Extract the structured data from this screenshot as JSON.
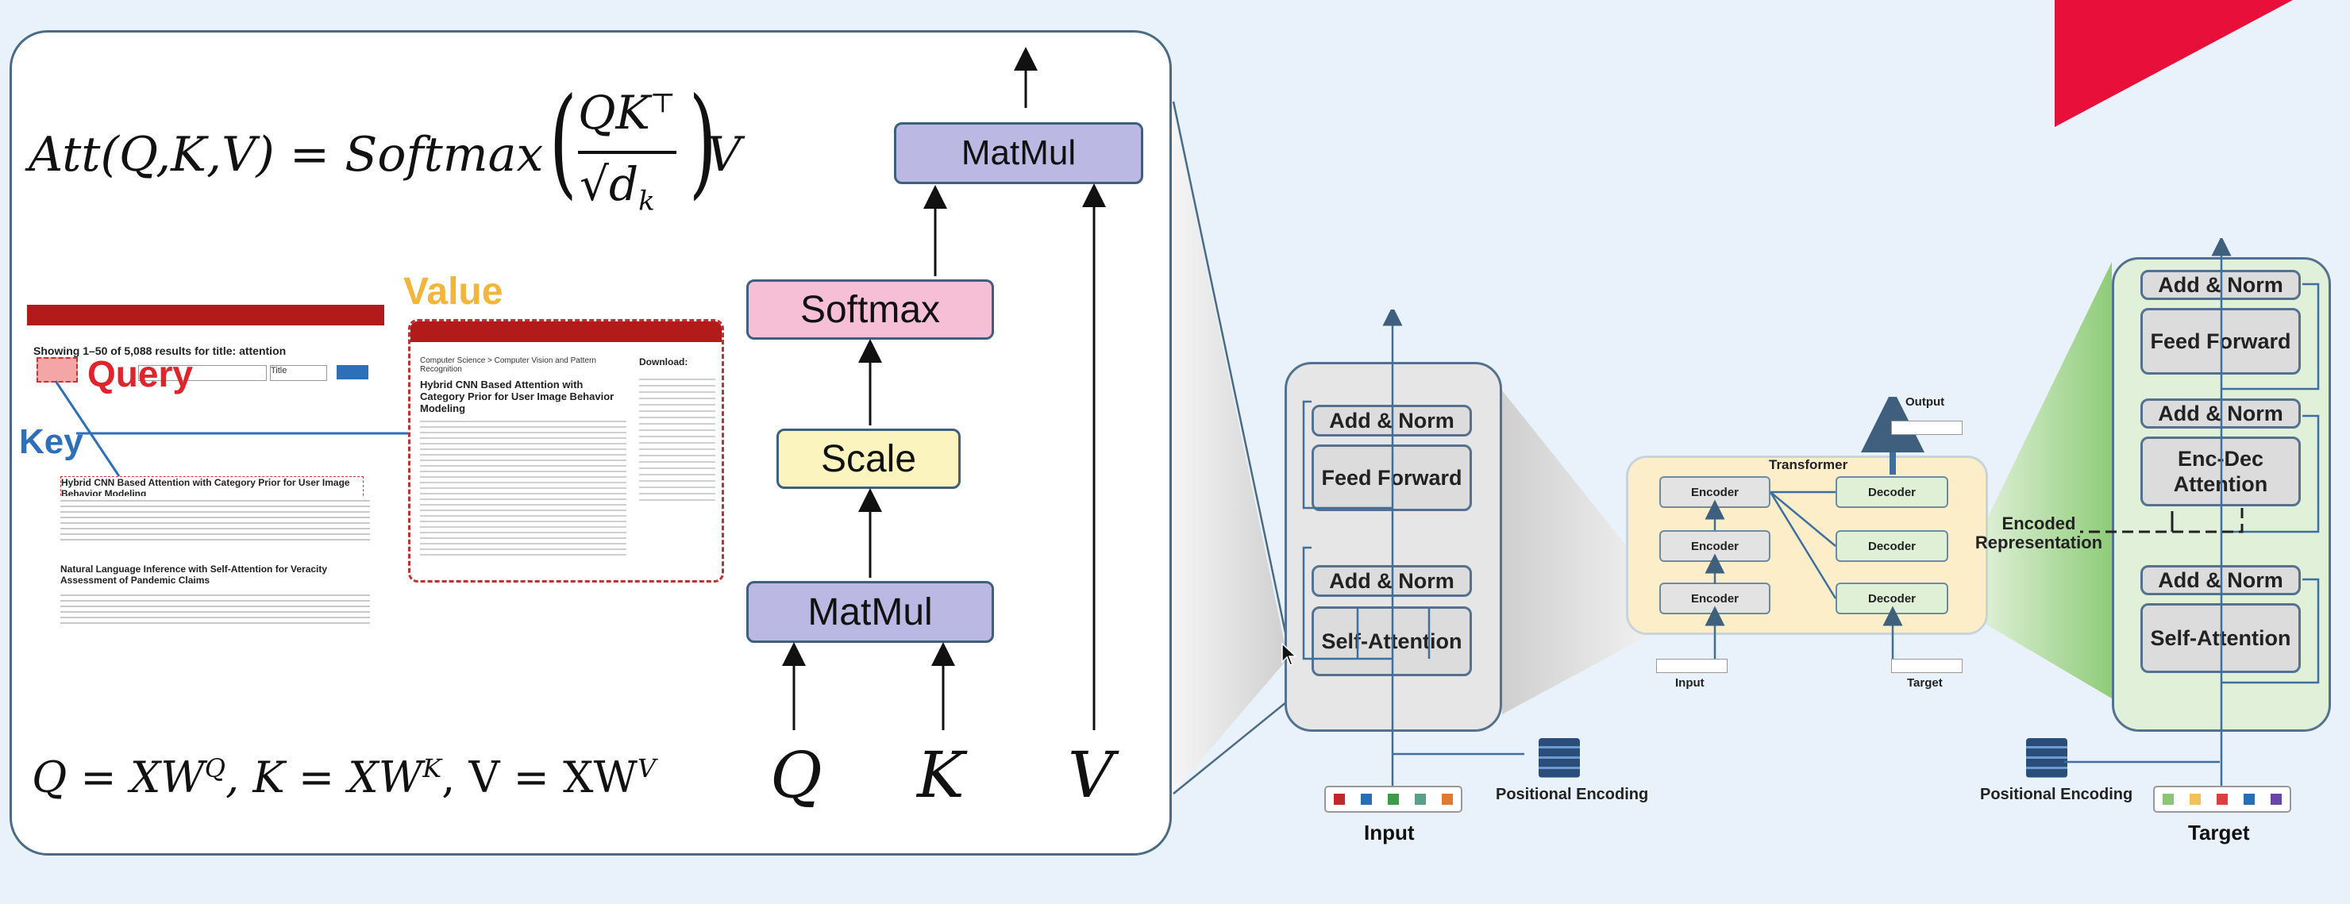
{
  "attention": {
    "formula": "Att(Q,K,V) = Softmax",
    "frac_num": "QK",
    "frac_sup": "⊤",
    "frac_den": "√d",
    "frac_den_sub": "k",
    "trail": "V",
    "proj": "Q = XW",
    "proj_q_sup": "Q",
    "proj_k": ",  K = XW",
    "proj_k_sup": "K",
    "proj_v": ", V = XW",
    "proj_v_sup": "V",
    "q": "Q",
    "k": "K",
    "v": "V"
  },
  "blocks": {
    "matmul_top": "MatMul",
    "softmax": "Softmax",
    "scale": "Scale",
    "matmul_bottom": "MatMul"
  },
  "search_example": {
    "value_label": "Value",
    "query_label": "Query",
    "key_label": "Key",
    "header": "Showing 1–50 of 5,088 results for title: attention",
    "title_option": "Title",
    "result_1": "Hybrid CNN Based Attention with Category Prior for User Image Behavior Modeling",
    "result_2": "Natural Language Inference with Self-Attention for Veracity Assessment of Pandemic Claims",
    "value_category": "Computer Science > Computer Vision and Pattern Recognition",
    "value_title": "Hybrid CNN Based Attention with Category Prior for User Image Behavior Modeling",
    "download": "Download:"
  },
  "encoder": {
    "add_norm_top": "Add & Norm",
    "feed_forward": "Feed Forward",
    "add_norm_bottom": "Add & Norm",
    "self_attention": "Self-Attention",
    "input_label": "Input",
    "pos_enc": "Positional Encoding"
  },
  "transformer": {
    "title": "Transformer",
    "encoder": "Encoder",
    "decoder": "Decoder",
    "output": "Output",
    "input": "Input",
    "target": "Target"
  },
  "decoder": {
    "add_norm_1": "Add & Norm",
    "feed_forward": "Feed Forward",
    "add_norm_2": "Add & Norm",
    "enc_dec": "Enc-Dec Attention",
    "add_norm_3": "Add & Norm",
    "self_attention": "Self-Attention",
    "encoded_repr": "Encoded Representation",
    "pos_enc": "Positional Encoding",
    "target_label": "Target"
  },
  "colors": {
    "matmul": "#bcb8e4",
    "softmax": "#f7bfd6",
    "scale": "#fbf4be",
    "accent_red": "#e8103a",
    "query_red": "#e0242c",
    "key_blue": "#2d6fb8",
    "value_orange": "#f2b63c",
    "transformer_bg": "#fbeec9",
    "decoder_bg": "#e1f0d9"
  }
}
